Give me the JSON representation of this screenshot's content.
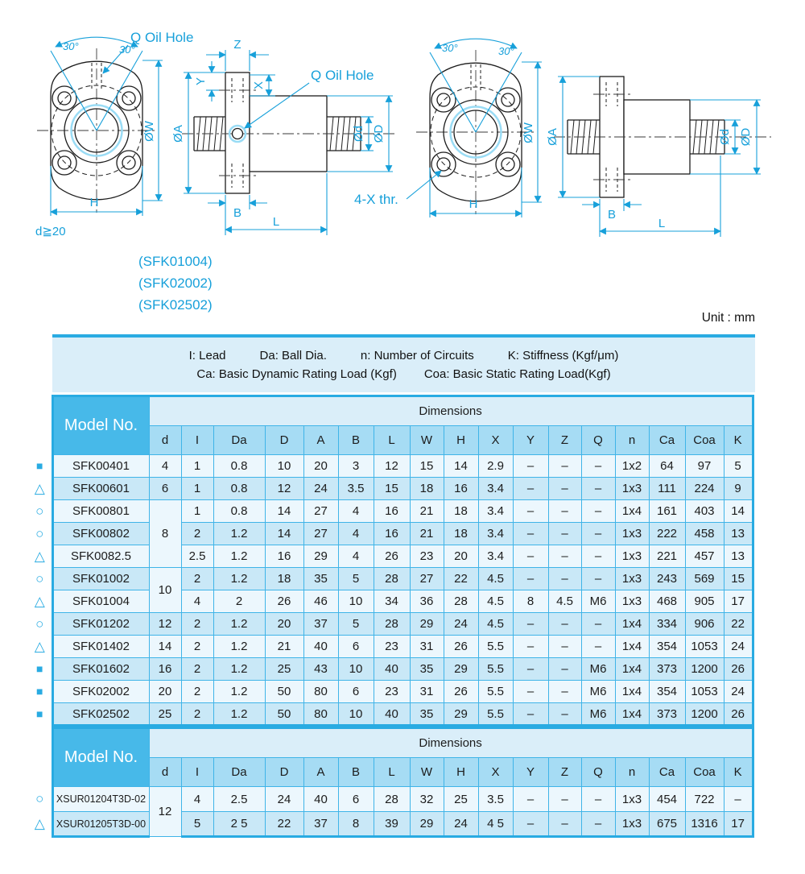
{
  "unit_label": "Unit : mm",
  "colors": {
    "accent": "#29abe2",
    "border": "#3fb4e8",
    "model_header_bg": "#47b9e9",
    "column_header_bg": "#a6dcf4",
    "band_bg": "#daeef9",
    "row_light": "#ecf7fd",
    "row_blue": "#c9e8f7",
    "dimension_lines": "#17a0da"
  },
  "diagram": {
    "q_oil_hole_left": "Q Oil Hole",
    "q_oil_hole_side": "Q Oil Hole",
    "angle": "30°",
    "dia_w": "ØW",
    "dia_a": "ØA",
    "dia_d": "Ød",
    "dia_D": "ØD",
    "dim_h": "H",
    "dim_b": "B",
    "dim_l": "L",
    "dim_x": "X",
    "dim_y": "Y",
    "dim_z": "Z",
    "thread_note": "4-X  thr.",
    "d_note": "d≧20",
    "model_notes": [
      "(SFK01004)",
      "(SFK02002)",
      "(SFK02502)"
    ]
  },
  "legend": {
    "line1": [
      "I: Lead",
      "Da: Ball Dia.",
      "n: Number of Circuits",
      "K: Stiffness (Kgf/μm)"
    ],
    "line2": [
      "Ca: Basic Dynamic Rating Load (Kgf)",
      "Coa: Basic Static Rating Load(Kgf)"
    ]
  },
  "markers": {
    "square": "■",
    "triangle": "△",
    "circle": "○"
  },
  "table1": {
    "model_header": "Model No.",
    "dimensions_header": "Dimensions",
    "columns": [
      "d",
      "I",
      "Da",
      "D",
      "A",
      "B",
      "L",
      "W",
      "H",
      "X",
      "Y",
      "Z",
      "Q",
      "n",
      "Ca",
      "Coa",
      "K"
    ],
    "rows": [
      {
        "marker": "square",
        "model": "SFK00401",
        "cells": [
          "4",
          "1",
          "0.8",
          "10",
          "20",
          "3",
          "12",
          "15",
          "14",
          "2.9",
          "–",
          "–",
          "–",
          "1x2",
          "64",
          "97",
          "5"
        ]
      },
      {
        "marker": "triangle",
        "model": "SFK00601",
        "cells": [
          "6",
          "1",
          "0.8",
          "12",
          "24",
          "3.5",
          "15",
          "18",
          "16",
          "3.4",
          "–",
          "–",
          "–",
          "1x3",
          "111",
          "224",
          "9"
        ]
      },
      {
        "marker": "circle",
        "model": "SFK00801",
        "d_rowspan": 3,
        "cells": [
          "8",
          "1",
          "0.8",
          "14",
          "27",
          "4",
          "16",
          "21",
          "18",
          "3.4",
          "–",
          "–",
          "–",
          "1x4",
          "161",
          "403",
          "14"
        ]
      },
      {
        "marker": "circle",
        "model": "SFK00802",
        "cells": [
          "2",
          "1.2",
          "14",
          "27",
          "4",
          "16",
          "21",
          "18",
          "3.4",
          "–",
          "–",
          "–",
          "1x3",
          "222",
          "458",
          "13"
        ]
      },
      {
        "marker": "triangle",
        "model": "SFK0082.5",
        "cells": [
          "2.5",
          "1.2",
          "16",
          "29",
          "4",
          "26",
          "23",
          "20",
          "3.4",
          "–",
          "–",
          "–",
          "1x3",
          "221",
          "457",
          "13"
        ]
      },
      {
        "marker": "circle",
        "model": "SFK01002",
        "d_rowspan": 2,
        "cells": [
          "10",
          "2",
          "1.2",
          "18",
          "35",
          "5",
          "28",
          "27",
          "22",
          "4.5",
          "–",
          "–",
          "–",
          "1x3",
          "243",
          "569",
          "15"
        ]
      },
      {
        "marker": "triangle",
        "model": "SFK01004",
        "cells": [
          "4",
          "2",
          "26",
          "46",
          "10",
          "34",
          "36",
          "28",
          "4.5",
          "8",
          "4.5",
          "M6",
          "1x3",
          "468",
          "905",
          "17"
        ]
      },
      {
        "marker": "circle",
        "model": "SFK01202",
        "cells": [
          "12",
          "2",
          "1.2",
          "20",
          "37",
          "5",
          "28",
          "29",
          "24",
          "4.5",
          "–",
          "–",
          "–",
          "1x4",
          "334",
          "906",
          "22"
        ]
      },
      {
        "marker": "triangle",
        "model": "SFK01402",
        "cells": [
          "14",
          "2",
          "1.2",
          "21",
          "40",
          "6",
          "23",
          "31",
          "26",
          "5.5",
          "–",
          "–",
          "–",
          "1x4",
          "354",
          "1053",
          "24"
        ]
      },
      {
        "marker": "square",
        "model": "SFK01602",
        "cells": [
          "16",
          "2",
          "1.2",
          "25",
          "43",
          "10",
          "40",
          "35",
          "29",
          "5.5",
          "–",
          "–",
          "M6",
          "1x4",
          "373",
          "1200",
          "26"
        ]
      },
      {
        "marker": "square",
        "model": "SFK02002",
        "cells": [
          "20",
          "2",
          "1.2",
          "50",
          "80",
          "6",
          "23",
          "31",
          "26",
          "5.5",
          "–",
          "–",
          "M6",
          "1x4",
          "354",
          "1053",
          "24"
        ]
      },
      {
        "marker": "square",
        "model": "SFK02502",
        "cells": [
          "25",
          "2",
          "1.2",
          "50",
          "80",
          "10",
          "40",
          "35",
          "29",
          "5.5",
          "–",
          "–",
          "M6",
          "1x4",
          "373",
          "1200",
          "26"
        ]
      }
    ]
  },
  "table2": {
    "model_header": "Model No.",
    "dimensions_header": "Dimensions",
    "columns": [
      "d",
      "I",
      "Da",
      "D",
      "A",
      "B",
      "L",
      "W",
      "H",
      "X",
      "Y",
      "Z",
      "Q",
      "n",
      "Ca",
      "Coa",
      "K"
    ],
    "rows": [
      {
        "marker": "circle",
        "model": "XSUR01204T3D-02",
        "d_rowspan": 2,
        "cells": [
          "12",
          "4",
          "2.5",
          "24",
          "40",
          "6",
          "28",
          "32",
          "25",
          "3.5",
          "–",
          "–",
          "–",
          "1x3",
          "454",
          "722",
          "–"
        ]
      },
      {
        "marker": "triangle",
        "model": "XSUR01205T3D-00",
        "cells": [
          "5",
          "2 5",
          "22",
          "37",
          "8",
          "39",
          "29",
          "24",
          "4 5",
          "–",
          "–",
          "–",
          "1x3",
          "675",
          "1316",
          "17"
        ]
      }
    ]
  }
}
